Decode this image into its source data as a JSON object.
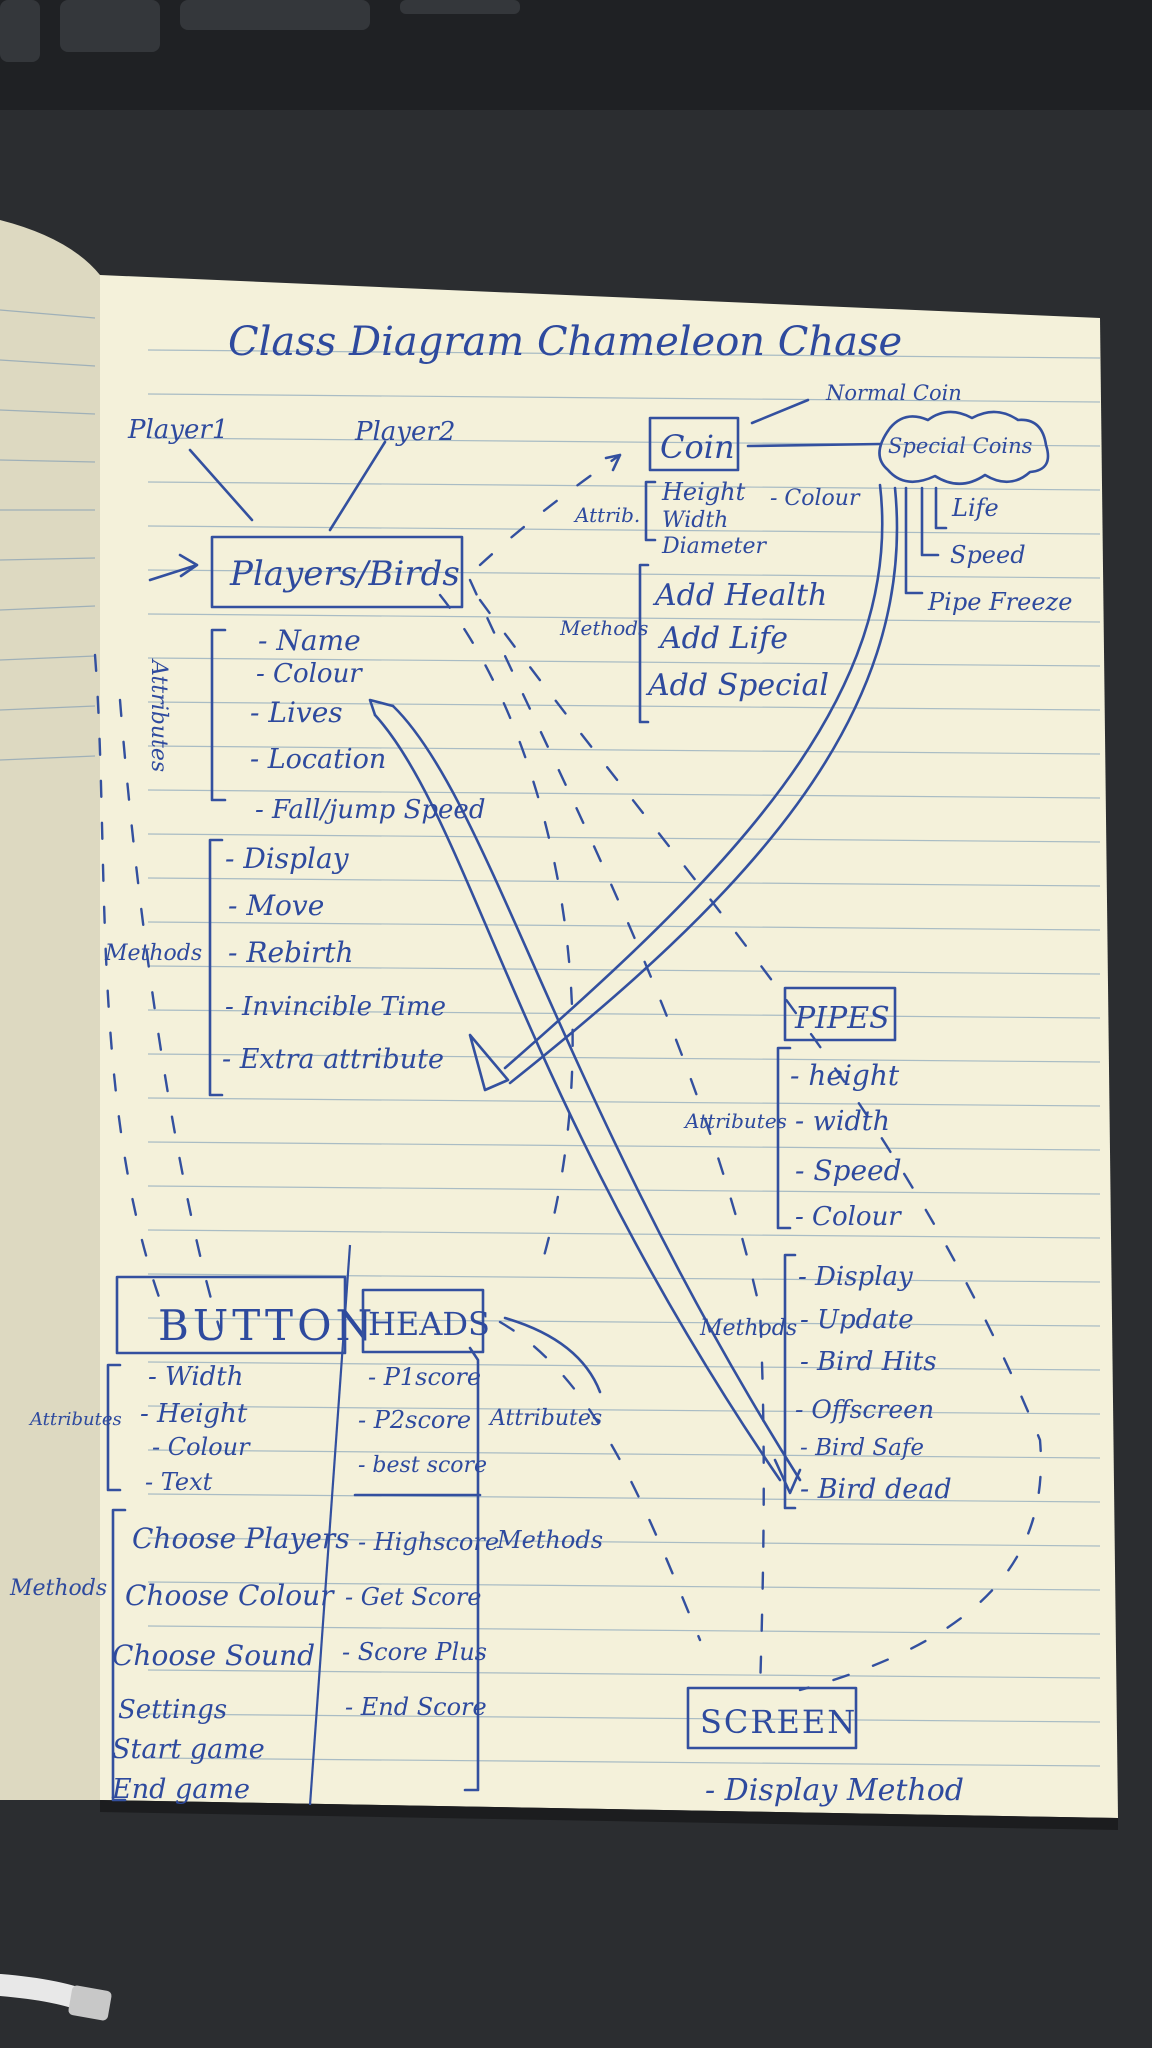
{
  "title": "Class Diagram  Chameleon Chase",
  "players_classes": {
    "player1": "Player1",
    "player2": "Player2"
  },
  "players_birds": {
    "name": "Players/Birds",
    "attributes_label": "Attributes",
    "attributes": [
      "- Name",
      "- Colour",
      "- Lives",
      "- Location",
      "- Fall/jump Speed"
    ],
    "methods_label": "Methods",
    "methods": [
      "- Display",
      "- Move",
      "- Rebirth",
      "- Invincible Time",
      "- Extra attribute"
    ]
  },
  "coin": {
    "name": "Coin",
    "normal_label": "Normal Coin",
    "special_label": "Special Coins",
    "special_items": [
      "Life",
      "Speed",
      "Pipe Freeze"
    ],
    "attributes_label": "Attrib.",
    "attributes": [
      "Height",
      "Width",
      "Diameter"
    ],
    "colour_label": "- Colour",
    "methods_label": "Methods",
    "methods": [
      "Add Health",
      "Add Life",
      "Add Special"
    ]
  },
  "pipes": {
    "name": "PIPES",
    "attributes_label": "Attributes",
    "attributes": [
      "- height",
      "- width",
      "- Speed",
      "- Colour"
    ],
    "methods_label": "Methods",
    "methods": [
      "- Display",
      "- Update",
      "- Bird Hits",
      "- Offscreen",
      "- Bird Safe",
      "- Bird dead"
    ]
  },
  "button": {
    "name": "BUTTON",
    "attributes_label": "Attributes",
    "attributes": [
      "- Width",
      "- Height",
      "- Colour",
      "- Text"
    ],
    "methods_label": "Methods",
    "methods": [
      "Choose Players",
      "Choose Colour",
      "Choose Sound",
      "Settings",
      "Start game",
      "End game"
    ]
  },
  "heads": {
    "name": "HEADS",
    "attributes_label": "Attributes",
    "attributes": [
      "- P1score",
      "- P2score",
      "- best score"
    ],
    "methods_label": "Methods",
    "methods": [
      "- Highscore",
      "- Get Score",
      "- Score Plus",
      "- End Score"
    ]
  },
  "screen": {
    "name": "SCREEN",
    "method": "- Display Method"
  },
  "colors": {
    "ink": "#2e4a9e",
    "paper": "#f4f1da",
    "desk": "#2b2d30"
  }
}
